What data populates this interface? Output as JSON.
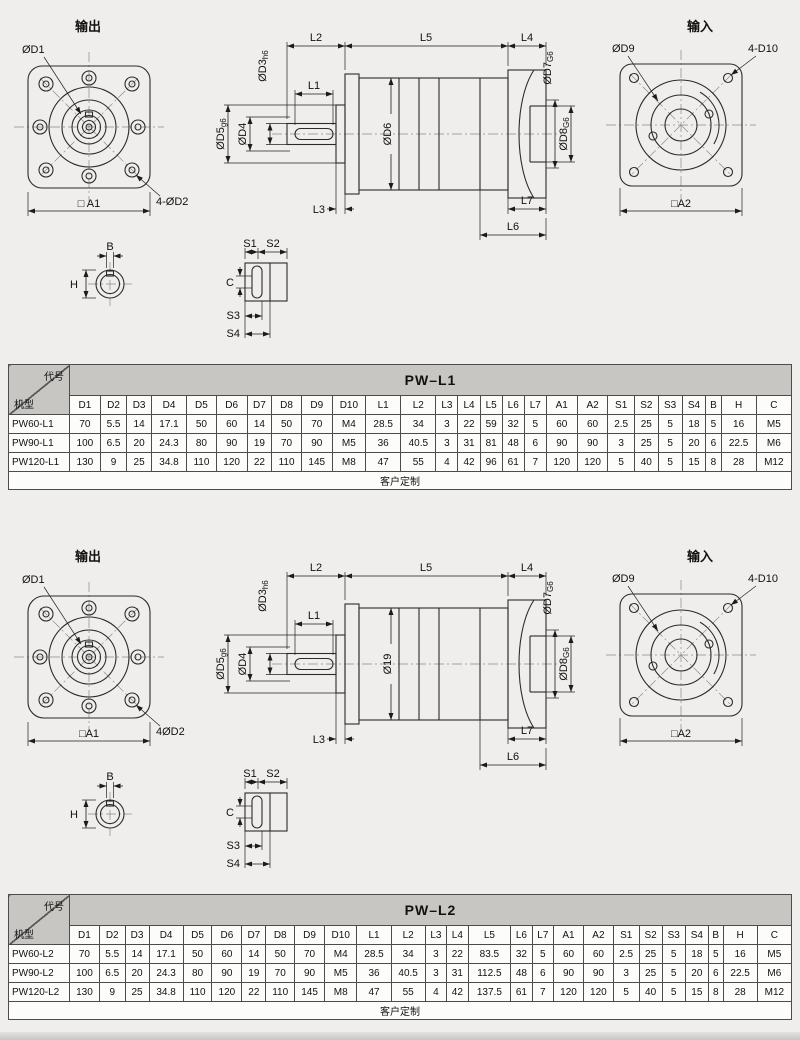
{
  "colors": {
    "background": "#efeeec",
    "table_header": "#c7c6c3"
  },
  "sections": [
    {
      "output_label": "输出",
      "input_label": "输入",
      "front": {
        "d1": "ØD1",
        "d2": "4-ØD2",
        "a1": "□ A1",
        "b": "B",
        "h": "H"
      },
      "side": {
        "l1": "L1",
        "l2": "L2",
        "l3": "L3",
        "l4": "L4",
        "l5": "L5",
        "l6": "L6",
        "l7": "L7",
        "d3m": "ØD3",
        "d3s": "h6",
        "d4": "ØD4",
        "d5m": "ØD5",
        "d5s": "g6",
        "d6": "ØD6",
        "d7m": "ØD7",
        "d7s": "G6",
        "d8m": "ØD8",
        "d8s": "G6"
      },
      "key": {
        "s1": "S1",
        "s2": "S2",
        "s3": "S3",
        "s4": "S4",
        "c": "C"
      },
      "rear": {
        "d9": "ØD9",
        "d10": "4-D10",
        "a2": "□A2"
      }
    },
    {
      "output_label": "输出",
      "input_label": "输入",
      "front": {
        "d1": "ØD1",
        "d2": "4ØD2",
        "a1": "□A1",
        "b": "B",
        "h": "H"
      },
      "side": {
        "l1": "L1",
        "l2": "L2",
        "l3": "L3",
        "l4": "L4",
        "l5": "L5",
        "l6": "L6",
        "l7": "L7",
        "d3m": "ØD3",
        "d3s": "h6",
        "d4": "ØD4",
        "d5m": "ØD5",
        "d5s": "g6",
        "d6": "Ø19",
        "d7m": "ØD7",
        "d7s": "G6",
        "d8m": "ØD8",
        "d8s": "G6"
      },
      "key": {
        "s1": "S1",
        "s2": "S2",
        "s3": "S3",
        "s4": "S4",
        "c": "C"
      },
      "rear": {
        "d9": "ØD9",
        "d10": "4-D10",
        "a2": "□A2"
      }
    }
  ],
  "tables": [
    {
      "title": "PW–L1",
      "corner": {
        "top": "代号",
        "bottom": "机型"
      },
      "columns": [
        "D1",
        "D2",
        "D3",
        "D4",
        "D5",
        "D6",
        "D7",
        "D8",
        "D9",
        "D10",
        "L1",
        "L2",
        "L3",
        "L4",
        "L5",
        "L6",
        "L7",
        "A1",
        "A2",
        "S1",
        "S2",
        "S3",
        "S4",
        "B",
        "H",
        "C"
      ],
      "rows": [
        {
          "model": "PW60-L1",
          "values": [
            "70",
            "5.5",
            "14",
            "17.1",
            "50",
            "60",
            "14",
            "50",
            "70",
            "M4",
            "28.5",
            "34",
            "3",
            "22",
            "59",
            "32",
            "5",
            "60",
            "60",
            "2.5",
            "25",
            "5",
            "18",
            "5",
            "16",
            "M5"
          ]
        },
        {
          "model": "PW90-L1",
          "values": [
            "100",
            "6.5",
            "20",
            "24.3",
            "80",
            "90",
            "19",
            "70",
            "90",
            "M5",
            "36",
            "40.5",
            "3",
            "31",
            "81",
            "48",
            "6",
            "90",
            "90",
            "3",
            "25",
            "5",
            "20",
            "6",
            "22.5",
            "M6"
          ]
        },
        {
          "model": "PW120-L1",
          "values": [
            "130",
            "9",
            "25",
            "34.8",
            "110",
            "120",
            "22",
            "110",
            "145",
            "M8",
            "47",
            "55",
            "4",
            "42",
            "96",
            "61",
            "7",
            "120",
            "120",
            "5",
            "40",
            "5",
            "15",
            "8",
            "28",
            "M12"
          ]
        }
      ],
      "footer": "客户定制"
    },
    {
      "title": "PW–L2",
      "corner": {
        "top": "代号",
        "bottom": "机型"
      },
      "columns": [
        "D1",
        "D2",
        "D3",
        "D4",
        "D5",
        "D6",
        "D7",
        "D8",
        "D9",
        "D10",
        "L1",
        "L2",
        "L3",
        "L4",
        "L5",
        "L6",
        "L7",
        "A1",
        "A2",
        "S1",
        "S2",
        "S3",
        "S4",
        "B",
        "H",
        "C"
      ],
      "rows": [
        {
          "model": "PW60-L2",
          "values": [
            "70",
            "5.5",
            "14",
            "17.1",
            "50",
            "60",
            "14",
            "50",
            "70",
            "M4",
            "28.5",
            "34",
            "3",
            "22",
            "83.5",
            "32",
            "5",
            "60",
            "60",
            "2.5",
            "25",
            "5",
            "18",
            "5",
            "16",
            "M5"
          ]
        },
        {
          "model": "PW90-L2",
          "values": [
            "100",
            "6.5",
            "20",
            "24.3",
            "80",
            "90",
            "19",
            "70",
            "90",
            "M5",
            "36",
            "40.5",
            "3",
            "31",
            "112.5",
            "48",
            "6",
            "90",
            "90",
            "3",
            "25",
            "5",
            "20",
            "6",
            "22.5",
            "M6"
          ]
        },
        {
          "model": "PW120-L2",
          "values": [
            "130",
            "9",
            "25",
            "34.8",
            "110",
            "120",
            "22",
            "110",
            "145",
            "M8",
            "47",
            "55",
            "4",
            "42",
            "137.5",
            "61",
            "7",
            "120",
            "120",
            "5",
            "40",
            "5",
            "15",
            "8",
            "28",
            "M12"
          ]
        }
      ],
      "footer": "客户定制"
    }
  ]
}
